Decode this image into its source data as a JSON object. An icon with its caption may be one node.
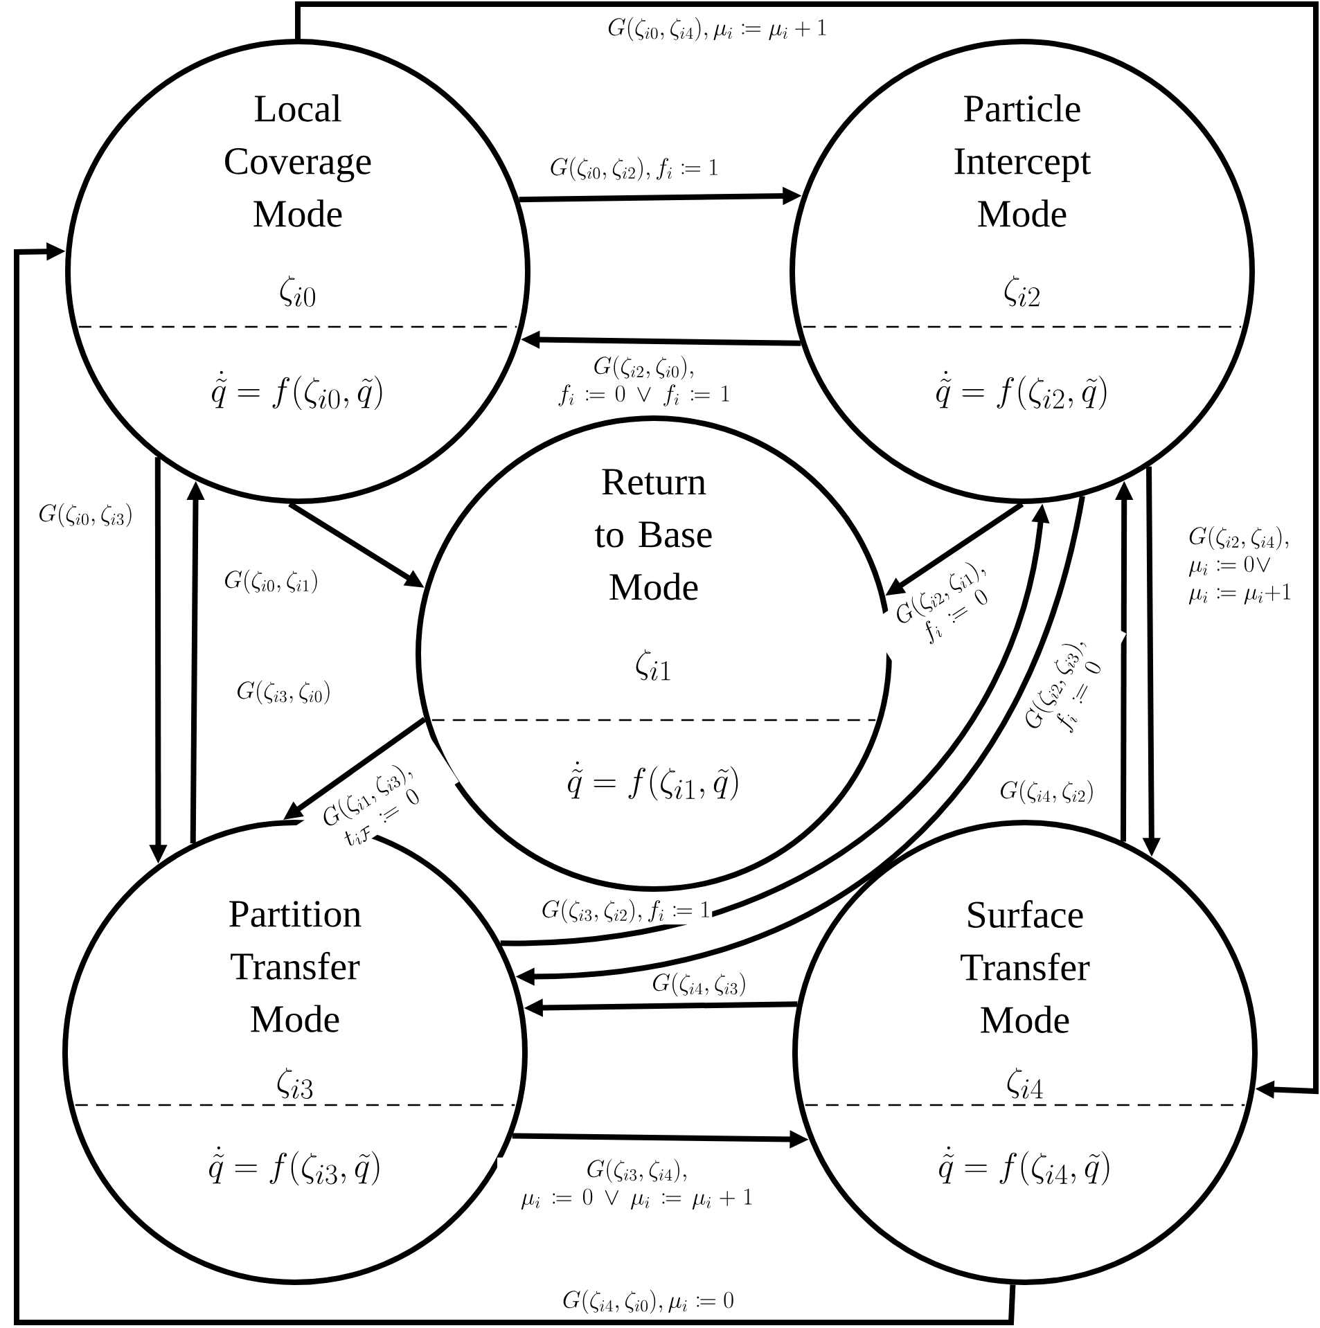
{
  "diagram": {
    "nodes": [
      {
        "text": [
          "Local Coverage Mode",
          "\\zeta_{i0}",
          "\\dot{\\tilde{q}} = f(\\zeta_{i0}, \\tilde{q})"
        ]
      },
      {
        "text": [
          "Return to Base Mode",
          "\\zeta_{i1}",
          "\\dot{\\tilde{q}} = f(\\zeta_{i1}, \\tilde{q})"
        ]
      },
      {
        "text": [
          "Particle Intercept Mode",
          "\\zeta_{i2}",
          "\\dot{\\tilde{q}} = f(\\zeta_{i2}, \\tilde{q})"
        ]
      },
      {
        "text": [
          "Partition Transfer Mode",
          "\\zeta_{i3}",
          "\\dot{\\tilde{q}} = f(\\zeta_{i3}, \\tilde{q})"
        ]
      },
      {
        "text": [
          "Surface Transfer Mode",
          "\\zeta_{i4}",
          "\\dot{\\tilde{q}} = f(\\zeta_{i4}, \\tilde{q})"
        ]
      }
    ],
    "edges": [
      {
        "from": 0,
        "to": 2,
        "arrow": "to",
        "label": "G(\\zeta_{i0},\\zeta_{i2}), f_i \\coloneqq 1"
      },
      {
        "from": 2,
        "to": 0,
        "arrow": "to",
        "label": "G(\\zeta_{i2},\\zeta_{i0}),\\allowbreak f_i \\coloneqq 0 \\,\\lor\\, f_i \\coloneqq 1"
      },
      {
        "from": 0,
        "to": 4,
        "arrow": "to",
        "label": "G(\\zeta_{i0},\\zeta_{i4}), \\mu_i \\coloneqq \\mu_i + 1"
      },
      {
        "from": 4,
        "to": 0,
        "arrow": "to",
        "label": "G(\\zeta_{i4},\\zeta_{i0}), \\mu_i \\coloneqq 0"
      },
      {
        "from": 0,
        "to": 3,
        "arrow": "to",
        "label": "G(\\zeta_{i0},\\zeta_{i3})"
      },
      {
        "from": 3,
        "to": 0,
        "arrow": "to",
        "label": "G(\\zeta_{i3},\\zeta_{i0})"
      },
      {
        "from": 0,
        "to": 1,
        "arrow": "to",
        "label": "G(\\zeta_{i0},\\zeta_{i1})"
      },
      {
        "from": 1,
        "to": 3,
        "arrow": "to",
        "label": "G(\\zeta_{i1},\\zeta_{i3}),\\allowbreak t_{i\\mathcal{F}} \\coloneqq 0"
      },
      {
        "from": 2,
        "to": 1,
        "arrow": "to",
        "label": "G(\\zeta_{i2},\\zeta_{i1}),\\allowbreak f_i \\coloneqq 0"
      },
      {
        "from": 3,
        "to": 2,
        "arrow": "to",
        "label": "G(\\zeta_{i3},\\zeta_{i2}), f_i \\coloneqq 1"
      },
      {
        "from": 2,
        "to": 3,
        "arrow": "to",
        "label": "G(\\zeta_{i2},\\zeta_{i3}),\\allowbreak f_i \\coloneqq 0"
      },
      {
        "from": 4,
        "to": 3,
        "arrow": "to",
        "label": "G(\\zeta_{i4},\\zeta_{i3})"
      },
      {
        "from": 3,
        "to": 4,
        "arrow": "to",
        "label": "G(\\zeta_{i3},\\zeta_{i4}),\\allowbreak \\mu_i \\coloneqq 0 \\,\\lor\\, \\mu_i \\coloneqq \\mu_i + 1"
      },
      {
        "from": 4,
        "to": 2,
        "arrow": "to",
        "label": "G(\\zeta_{i4},\\zeta_{i2})"
      },
      {
        "from": 2,
        "to": 4,
        "arrow": "to",
        "label": "G(\\zeta_{i2},\\zeta_{i4}),\\allowbreak \\mu_i \\coloneqq 0\\allowbreak \\lor\\allowbreak \\mu_i \\coloneqq \\mu_i + 1"
      }
    ]
  }
}
